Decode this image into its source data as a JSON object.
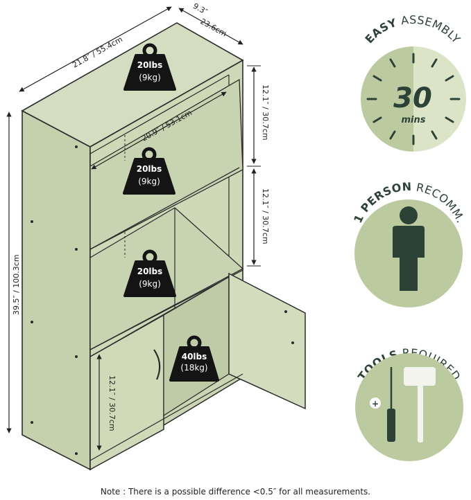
{
  "dimensions": {
    "width": "21.8″",
    "width_cm": " / 55.4cm",
    "depth": "9.3″",
    "depth_cm": "23.6cm",
    "height": "39.5″",
    "height_cm": " / 100.3cm",
    "inner_width": "20.9″",
    "inner_width_cm": " / 53.1cm",
    "shelf_gap_top": "12.1″",
    "shelf_gap_top_cm": " / 30.7cm",
    "shelf_gap_mid": "12.1″",
    "shelf_gap_mid_cm": " / 30.7cm",
    "cabinet_height": "12.1″",
    "cabinet_height_cm": " / 30.7cm"
  },
  "weights": [
    {
      "lbs": "20lbs",
      "kg": "(9kg)"
    },
    {
      "lbs": "20lbs",
      "kg": "(9kg)"
    },
    {
      "lbs": "20lbs",
      "kg": "(9kg)"
    },
    {
      "lbs": "40lbs",
      "kg": "(18kg)"
    }
  ],
  "badges": {
    "assembly": {
      "bold": "EASY",
      "rest": " ASSEMBLY",
      "number": "30",
      "unit": "mins"
    },
    "person": {
      "bold": "1 PERSON",
      "rest": " RECOMM."
    },
    "tools": {
      "bold": "TOOLS",
      "rest": " REQUIRED"
    }
  },
  "colors": {
    "cabinet_front": "#cfd9b8",
    "cabinet_side": "#c5d0ac",
    "badge_fill": "#bccaa0",
    "badge_dark": "#2c4236",
    "weight_fill": "#141414"
  },
  "icons": [
    "weight-icon",
    "clock-icon",
    "person-icon",
    "screwdriver-icon",
    "mallet-icon"
  ],
  "note": "Note : There is a possible difference <0.5″ for all measurements."
}
